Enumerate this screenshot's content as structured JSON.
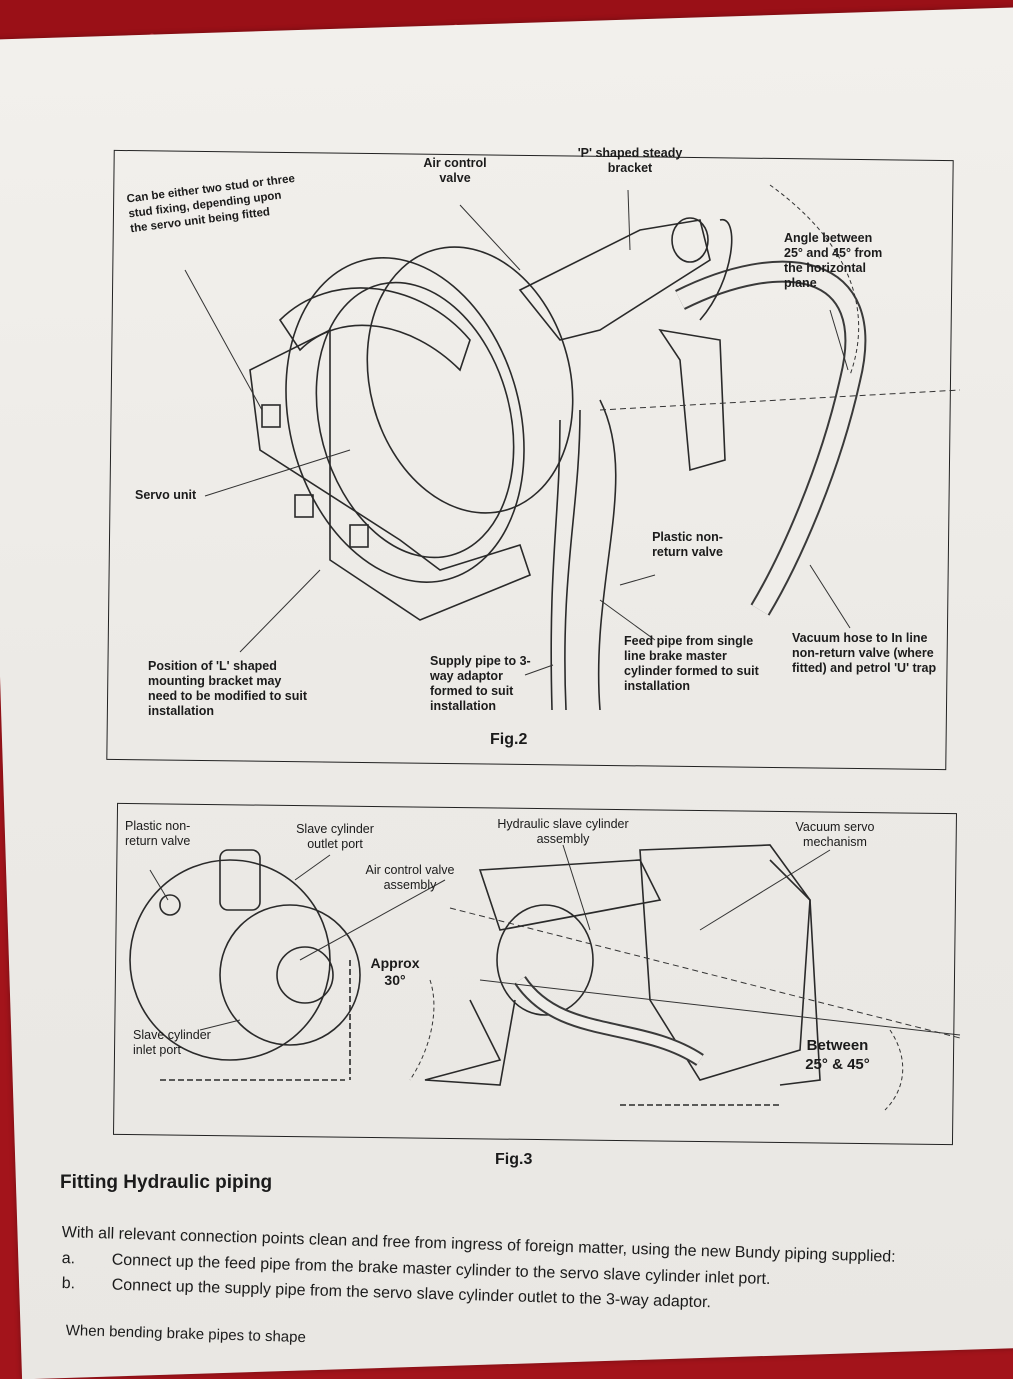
{
  "fig2": {
    "caption": "Fig.2",
    "labels": {
      "stud_fixing": "Can be either two stud or three stud fixing, depending upon the servo unit being fitted",
      "air_control_valve": "Air control valve",
      "p_bracket": "'P' shaped steady bracket",
      "angle": "Angle between 25° and 45° from the horizontal plane",
      "servo_unit": "Servo unit",
      "plastic_nrv": "Plastic non-return valve",
      "l_bracket": "Position of 'L' shaped mounting bracket may need to be modified to suit installation",
      "supply_pipe": "Supply pipe to 3-way adaptor formed to suit installation",
      "feed_pipe": "Feed pipe from single line brake master cylinder formed to suit installation",
      "vacuum_hose": "Vacuum hose to In line non-return valve (where fitted) and petrol 'U' trap"
    }
  },
  "fig3": {
    "caption": "Fig.3",
    "labels": {
      "plastic_nrv": "Plastic non-return valve",
      "slave_outlet": "Slave cylinder outlet port",
      "hydraulic_slave": "Hydraulic slave cylinder assembly",
      "vacuum_servo": "Vacuum servo mechanism",
      "air_valve_assembly": "Air control valve assembly",
      "approx_30": "Approx 30°",
      "slave_inlet": "Slave cylinder inlet port",
      "between_angle": "Between 25° & 45°"
    }
  },
  "section": {
    "heading": "Fitting Hydraulic piping",
    "intro": "With all relevant connection points clean and free from ingress of foreign matter, using the new Bundy piping supplied:",
    "steps": [
      {
        "marker": "a.",
        "text": "Connect up the feed pipe from the brake master cylinder to the servo slave cylinder inlet port."
      },
      {
        "marker": "b.",
        "text": "Connect up the supply pipe from the servo slave cylinder outlet to the 3-way adaptor."
      }
    ],
    "truncated": "When bending brake pipes to shape"
  }
}
